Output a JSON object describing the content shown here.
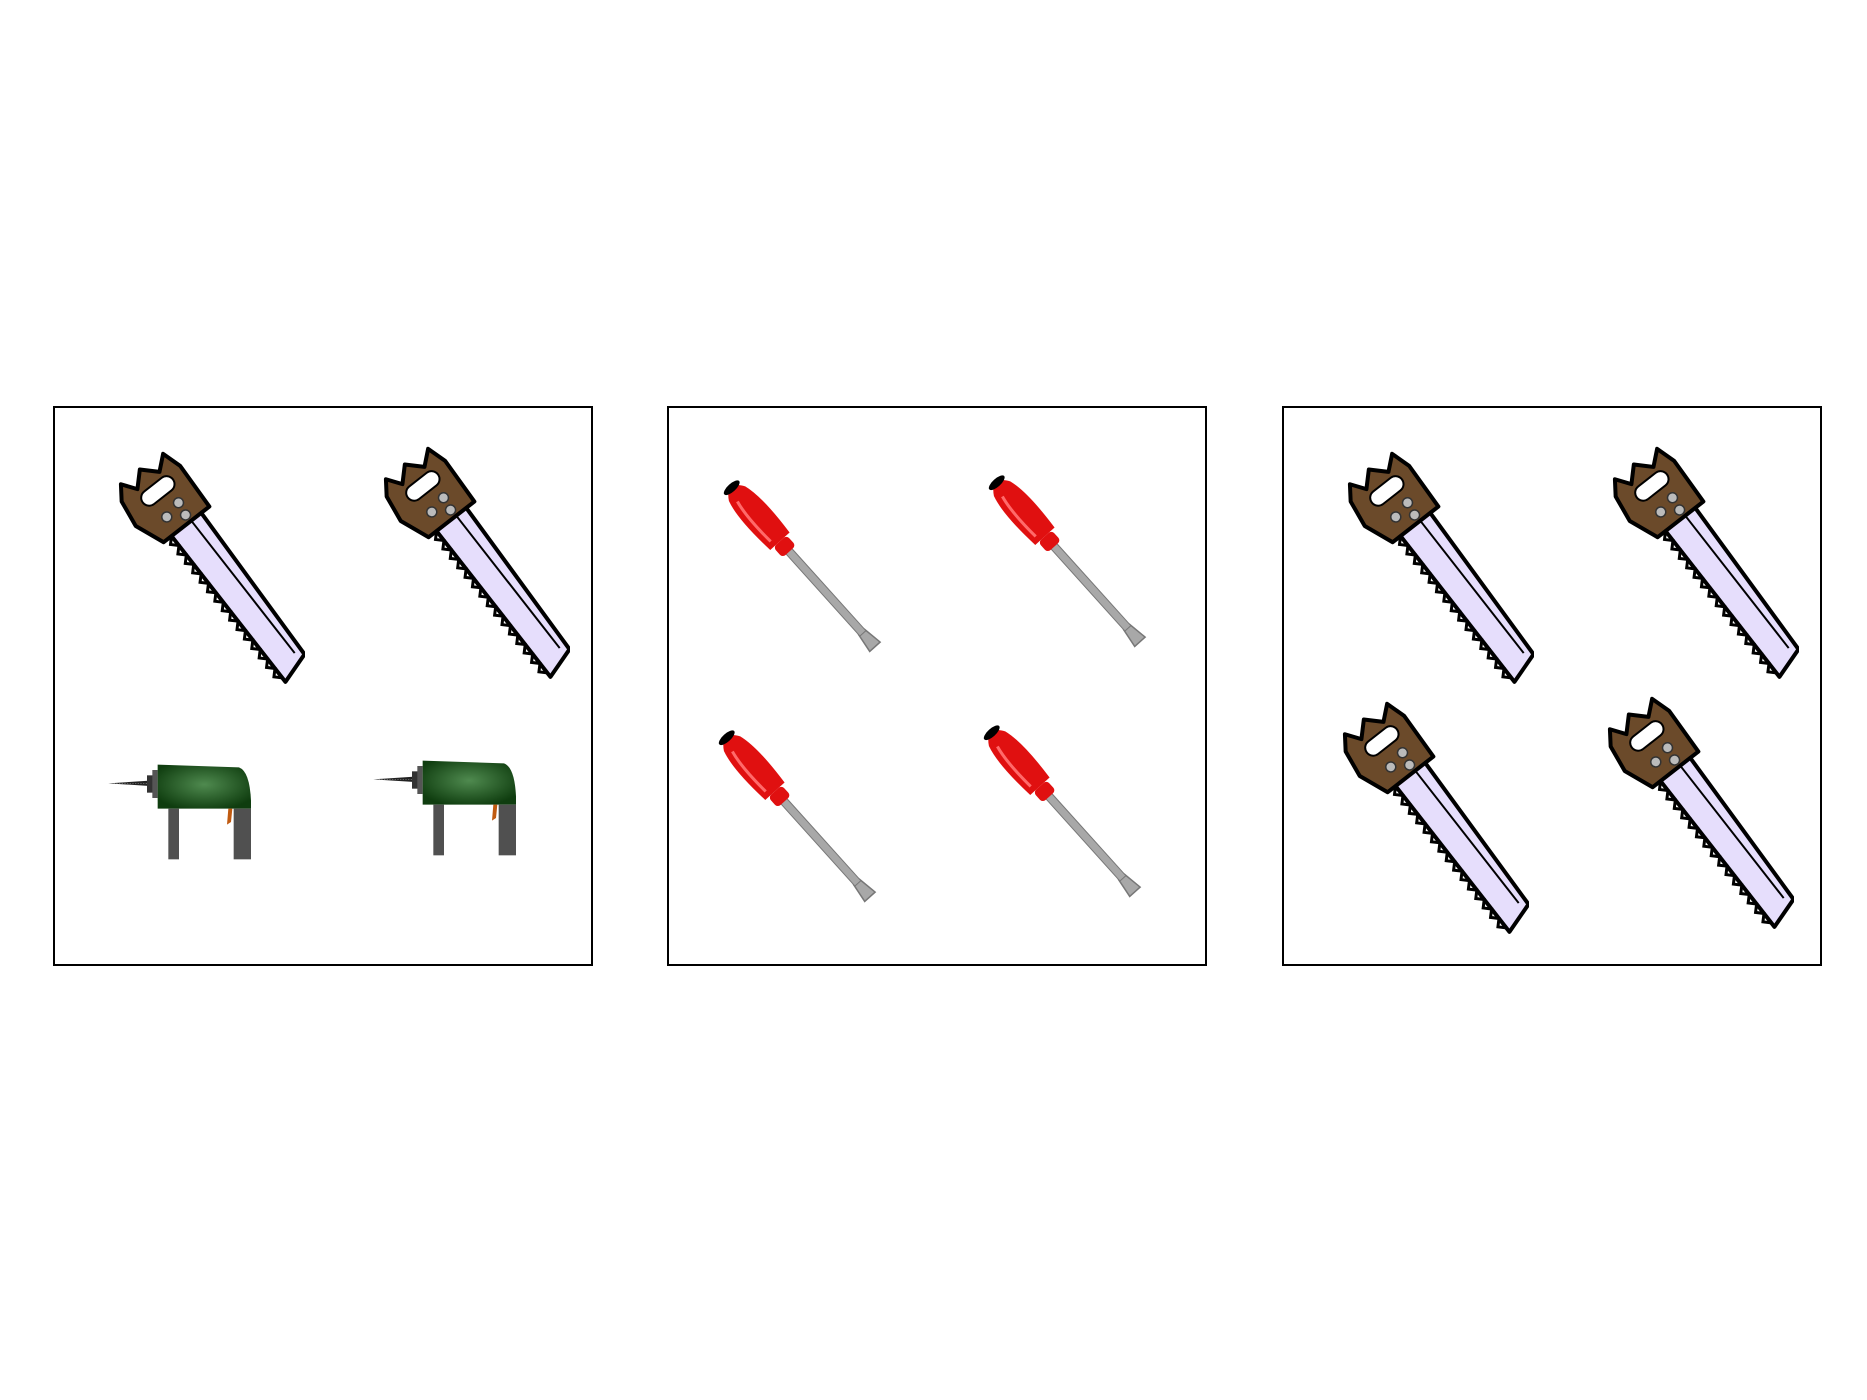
{
  "colors": {
    "border": "#000000",
    "saw_handle": "#6b4a2a",
    "saw_blade": "#e6defc",
    "screwdriver_handle": "#e01010",
    "screwdriver_shaft": "#a8a8a8",
    "drill_body": "#1f5a1f",
    "drill_leg": "#505050"
  },
  "panels": [
    {
      "name": "panel-left",
      "items": [
        "saw-icon",
        "saw-icon",
        "drill-icon",
        "drill-icon"
      ]
    },
    {
      "name": "panel-middle",
      "items": [
        "screwdriver-icon",
        "screwdriver-icon",
        "screwdriver-icon",
        "screwdriver-icon"
      ]
    },
    {
      "name": "panel-right",
      "items": [
        "saw-icon",
        "saw-icon",
        "saw-icon",
        "saw-icon"
      ]
    }
  ]
}
